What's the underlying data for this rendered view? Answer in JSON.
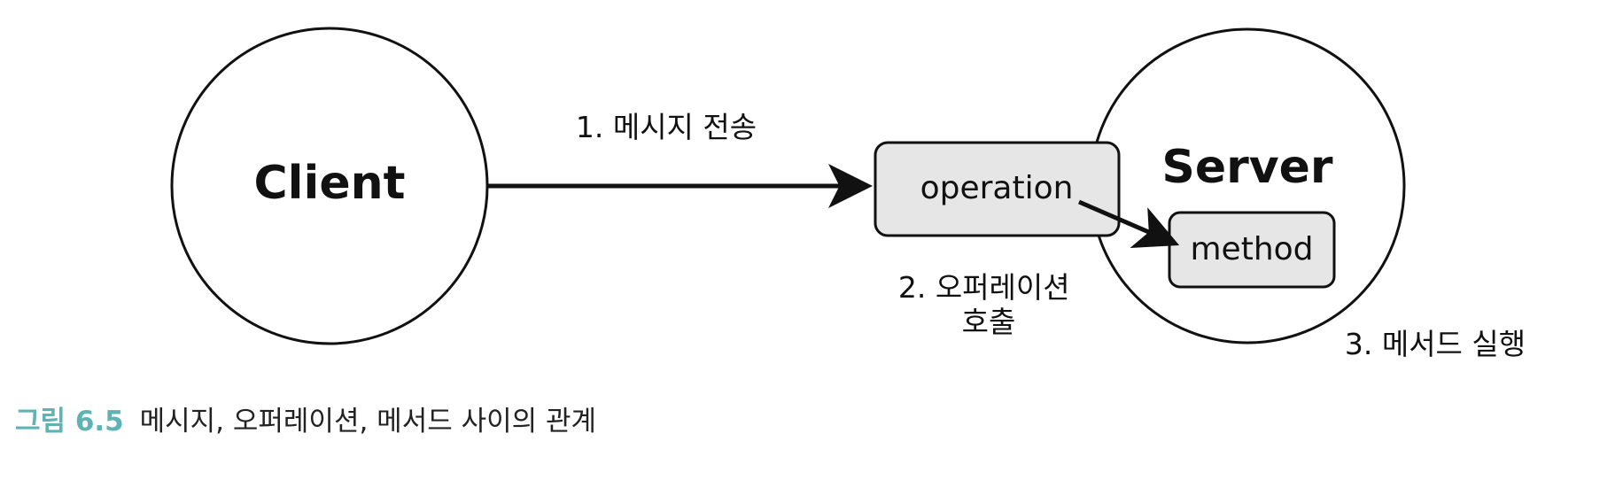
{
  "diagram": {
    "nodes": {
      "client": "Client",
      "server": "Server",
      "operation": "operation",
      "method": "method"
    },
    "steps": {
      "send_message": "1. 메시지 전송",
      "call_operation_line1": "2. 오퍼레이션",
      "call_operation_line2": "호출",
      "run_method": "3. 메서드 실행"
    },
    "colors": {
      "stroke": "#111111",
      "box_fill": "#e6e6e6",
      "circle_fill": "#ffffff",
      "caption_accent": "#5fb3b5"
    }
  },
  "caption": {
    "figure_number": "그림 6.5",
    "text": "메시지, 오퍼레이션, 메서드 사이의 관계"
  }
}
